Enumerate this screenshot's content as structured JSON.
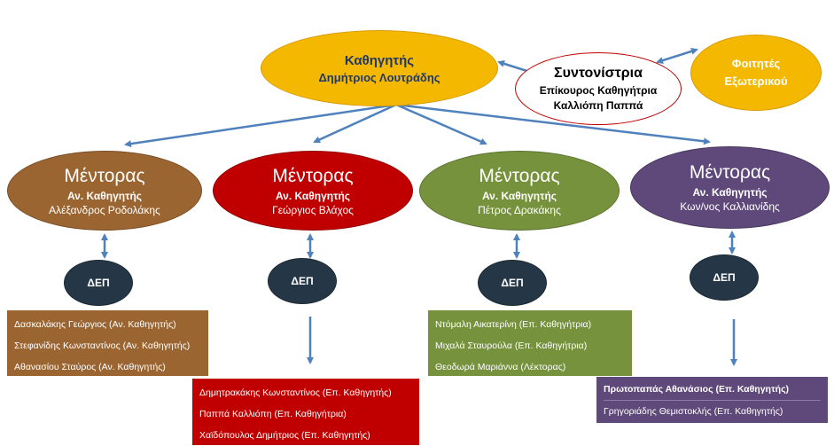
{
  "professor": {
    "title": "Καθηγητής",
    "name": "Δημήτριος Λουτράδης"
  },
  "coordinator": {
    "title": "Συντονίστρια",
    "role": "Επίκουρος Καθηγήτρια",
    "name": "Καλλιόπη Παππά"
  },
  "foreign_students": {
    "label": "Φοιτητές Εξωτερικού"
  },
  "mentors": [
    {
      "title": "Μέντορας",
      "role": "Αν. Καθηγητής",
      "name": "Αλέξανδρος Ροδολάκης",
      "color": "#9b6532"
    },
    {
      "title": "Μέντορας",
      "role": "Αν. Καθηγητής",
      "name": "Γεώργιος Βλάχος",
      "color": "#c00000"
    },
    {
      "title": "Μέντορας",
      "role": "Αν. Καθηγητής",
      "name": "Πέτρος Δρακάκης",
      "color": "#76923c"
    },
    {
      "title": "Μέντορας",
      "role": "Αν. Καθηγητής",
      "name": "Κων/νος Καλλιανίδης",
      "color": "#5f497a"
    }
  ],
  "dep_label": "ΔΕΠ",
  "groups": [
    {
      "color": "#9b6532",
      "members": [
        "Δασκαλάκης Γεώργιος (Αν. Καθηγητής)",
        "Στεφανίδης Κωνσταντίνος (Αν. Καθηγητής)",
        "Αθανασίου Σταύρος (Αν. Καθηγητής)"
      ]
    },
    {
      "color": "#c00000",
      "members": [
        "Δημητρακάκης Κωνσταντίνος (Επ. Καθηγητής)",
        "Παππά Καλλιόπη (Επ. Καθηγήτρια)",
        "Χαϊδόπουλος Δημήτριος (Επ. Καθηγητής)"
      ]
    },
    {
      "color": "#76923c",
      "members": [
        "Ντόμαλη Αικατερίνη (Επ. Καθηγήτρια)",
        "Μιχαλά Σταυρούλα (Επ. Καθηγήτρια)",
        "Θεοδωρά Μαριάννα (Λέκτορας)"
      ]
    },
    {
      "color": "#5f497a",
      "members": [
        "Πρωτοπαπάς Αθανάσιος (Επ. Καθηγητής)",
        "Γρηγοριάδης Θεμιστοκλής (Επ. Καθηγητής)"
      ]
    }
  ],
  "colors": {
    "connector": "#4f81bd",
    "professor_fill": "#f5b800",
    "dep_fill": "#253746",
    "coordinator_border": "#c00000"
  }
}
